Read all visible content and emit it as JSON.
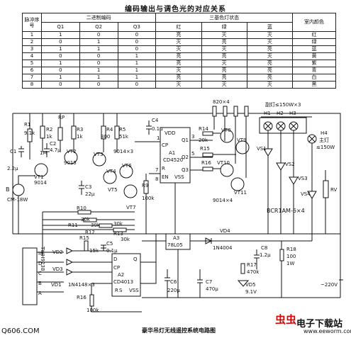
{
  "table": {
    "title": "编码输出与调色光的对应关系",
    "col_pulse": "脉冲序号",
    "group_binary": "二进制编码",
    "group_lamp": "三基色灯状态",
    "col_room": "室内颜色",
    "binary_cols": [
      "Q1",
      "Q2",
      "Q3"
    ],
    "lamp_cols": [
      "红",
      "绿",
      "蓝"
    ],
    "rows": [
      [
        "1",
        "1",
        "0",
        "0",
        "亮",
        "灭",
        "灭",
        "红"
      ],
      [
        "2",
        "0",
        "1",
        "0",
        "灭",
        "亮",
        "灭",
        "绿"
      ],
      [
        "3",
        "1",
        "1",
        "0",
        "灭",
        "灭",
        "亮",
        "蓝"
      ],
      [
        "4",
        "0",
        "0",
        "1",
        "亮",
        "亮",
        "灭",
        "黄"
      ],
      [
        "5",
        "1",
        "0",
        "1",
        "亮",
        "灭",
        "亮",
        "紫"
      ],
      [
        "6",
        "0",
        "1",
        "1",
        "灭",
        "亮",
        "亮",
        "青"
      ],
      [
        "7",
        "1",
        "1",
        "1",
        "亮",
        "亮",
        "亮",
        "白"
      ],
      [
        "8",
        "0",
        "0",
        "0",
        "灭",
        "灭",
        "灭",
        "黑"
      ]
    ]
  },
  "circuit": {
    "labels": {
      "r1": "R1",
      "r1v": "9.1k",
      "r2": "R2",
      "r2v": "1k",
      "rp": "RP",
      "rpv": "1M",
      "r3": "R3",
      "r3v": "1k",
      "r4": "R4",
      "r4v": "300",
      "r5": "R5",
      "r5v": "51k",
      "c1": "C1",
      "c1v": "2.2μ",
      "c2": "C2",
      "c2v": "4.7μ",
      "c3": "C3",
      "c3v": "22μ",
      "c4": "C4",
      "c4v": "0.1μ",
      "vt1": "VT1",
      "vt1v": "9014",
      "vt2": "VT2",
      "vt2v": "9015",
      "vt3": "VT3",
      "vt3v": "9014×3",
      "vt4": "VT4",
      "vt5": "VT5",
      "vt6": "VT6",
      "vt7": "VT7",
      "b": "B",
      "bv": "CM-18W",
      "a1": "A1",
      "a1v": "CD4520",
      "vdd": "VDD",
      "vss": "VSS",
      "cp": "CP",
      "en": "EN",
      "rpin": "R",
      "q1": "Q1",
      "q2": "Q2",
      "q3": "Q3",
      "r9": "R9",
      "r9v": "100k",
      "r7": "R7",
      "r8": "R8",
      "r10": "R10",
      "r10v": "30k",
      "r11": "R11",
      "r11v": "30k",
      "r12": "R12",
      "r12v": "30k",
      "r13": "R13",
      "r13v": "30k",
      "r14": "R14",
      "r15": "R15",
      "r16": "R16",
      "r20k": "20k",
      "r820": "820×4",
      "vt8": "VT8",
      "vt9": "VT9",
      "vt10": "VT10",
      "vt11": "VT11",
      "vt9014": "9014×4",
      "lamp_group": "副灯≤150W×3",
      "h1": "H1",
      "h2": "H2",
      "h3": "H3",
      "h4": "H4",
      "main_lamp": "主灯",
      "main_w": "≤150W",
      "vs1": "VS1",
      "vs2": "VS2",
      "vs3": "VS3",
      "vs4": "VS4",
      "rv": "RV",
      "bcr": "BCR1AM-6×4",
      "tx": "TWH9238",
      "io": "Io",
      "d": "D",
      "c": "C",
      "b2": "B",
      "a": "A",
      "vd1": "VD1",
      "vd1v": "1N4148×3",
      "vd2": "VD2",
      "vd3": "VD3",
      "r15k": "15k",
      "c5": "C5",
      "c5v": "0.1μ",
      "a2": "A2",
      "a2v": "CD4013",
      "a2d": "D",
      "a2q": "Q",
      "a2cp": "CP",
      "a2r": "R",
      "a2s": "S",
      "r16v": "100k",
      "a3": "A3",
      "a3v": "78L05",
      "vd4": "VD4",
      "vd4v": "1N4004",
      "c6": "C6",
      "c6v": "220μ",
      "c7": "C7",
      "c7v": "470μ",
      "c8": "C8",
      "c8v": "1.2μ",
      "r17": "R17",
      "r17v": "470k",
      "vd5": "VD5",
      "vd5v": "9.1V",
      "r18": "R18",
      "r18v": "100",
      "r18w": "1W",
      "ac": "~220V",
      "pin1": "1",
      "pin2": "2",
      "pin3": "3",
      "pin5": "5",
      "pin7": "7",
      "pin8": "8"
    },
    "caption": "豪华吊灯无线遥控系统电路图"
  },
  "watermark": {
    "left": "Q606.COM",
    "logo": "虫虫",
    "right": "电子下载站",
    "url": "www.eeworm.com"
  }
}
